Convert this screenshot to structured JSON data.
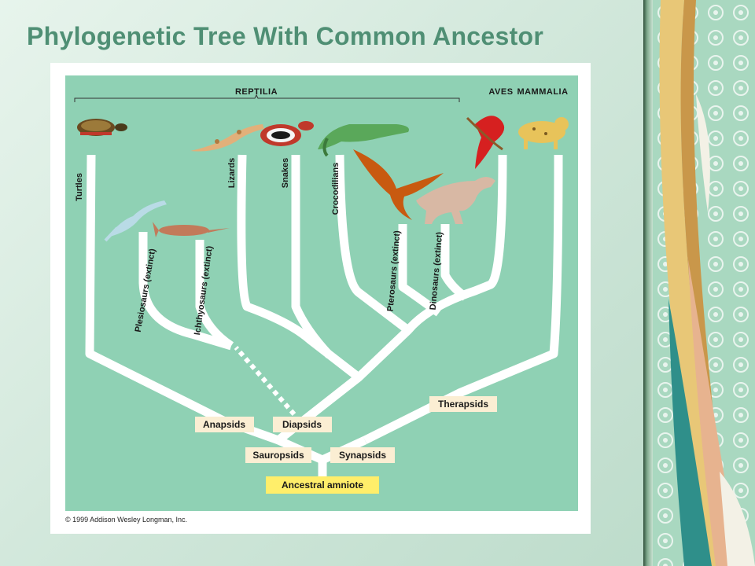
{
  "title": "Phylogenetic Tree With Common Ancestor",
  "diagram": {
    "group_labels": {
      "reptilia": "Reptilia",
      "aves": "Aves",
      "mammalia": "Mammalia"
    },
    "taxa": [
      {
        "id": "turtles",
        "label": "Turtles"
      },
      {
        "id": "plesiosaurs",
        "label": "Plesiosaurs (extinct)"
      },
      {
        "id": "ichthyosaurs",
        "label": "Ichthyosaurs (extinct)"
      },
      {
        "id": "lizards",
        "label": "Lizards"
      },
      {
        "id": "snakes",
        "label": "Snakes"
      },
      {
        "id": "crocodilians",
        "label": "Crocodilians"
      },
      {
        "id": "pterosaurs",
        "label": "Pterosaurs (extinct)"
      },
      {
        "id": "dinosaurs",
        "label": "Dinosaurs (extinct)"
      }
    ],
    "nodes": [
      {
        "id": "anapsids",
        "label": "Anapsids"
      },
      {
        "id": "diapsids",
        "label": "Diapsids"
      },
      {
        "id": "sauropsids",
        "label": "Sauropsids"
      },
      {
        "id": "synapsids",
        "label": "Synapsids"
      },
      {
        "id": "therapsids",
        "label": "Therapsids"
      },
      {
        "id": "ancestral_amniote",
        "label": "Ancestral amniote"
      }
    ],
    "copyright": "© 1999 Addison Wesley Longman, Inc."
  },
  "colors": {
    "title": "#4f8f74",
    "panel_green": "#8fd1b4",
    "branch_white": "#ffffff",
    "node_box": "#fbeed3",
    "ancestor_box": "#ffee6a"
  }
}
